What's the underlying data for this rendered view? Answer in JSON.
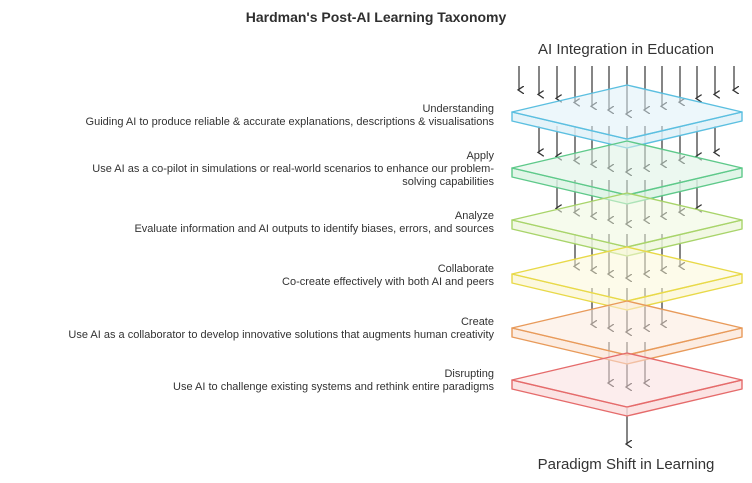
{
  "title": "Hardman's Post-AI Learning Taxonomy",
  "top_label": "AI Integration in Education",
  "bottom_label": "Paradigm Shift in Learning",
  "layers": [
    {
      "name": "Understanding",
      "description": "Guiding AI to produce reliable & accurate explanations, descriptions & visualisations",
      "color": "#5bbfe0",
      "fill": "#dff1f8"
    },
    {
      "name": "Apply",
      "description": "Use AI as a co-pilot in simulations or real-world scenarios to enhance our problem-solving capabilities",
      "color": "#5ec98a",
      "fill": "#dcf3e4"
    },
    {
      "name": "Analyze",
      "description": "Evaluate information and AI outputs to identify biases, errors, and sources",
      "color": "#a8d46a",
      "fill": "#eef7de"
    },
    {
      "name": "Collaborate",
      "description": "Co-create effectively with both AI and peers",
      "color": "#e8d948",
      "fill": "#fbf7d8"
    },
    {
      "name": "Create",
      "description": "Use AI as a collaborator to develop innovative solutions that augments human creativity",
      "color": "#e89a5a",
      "fill": "#fbe9dc"
    },
    {
      "name": "Disrupting",
      "description": "Use AI to challenge existing systems and rethink entire paradigms",
      "color": "#e56b6b",
      "fill": "#fadede"
    }
  ]
}
